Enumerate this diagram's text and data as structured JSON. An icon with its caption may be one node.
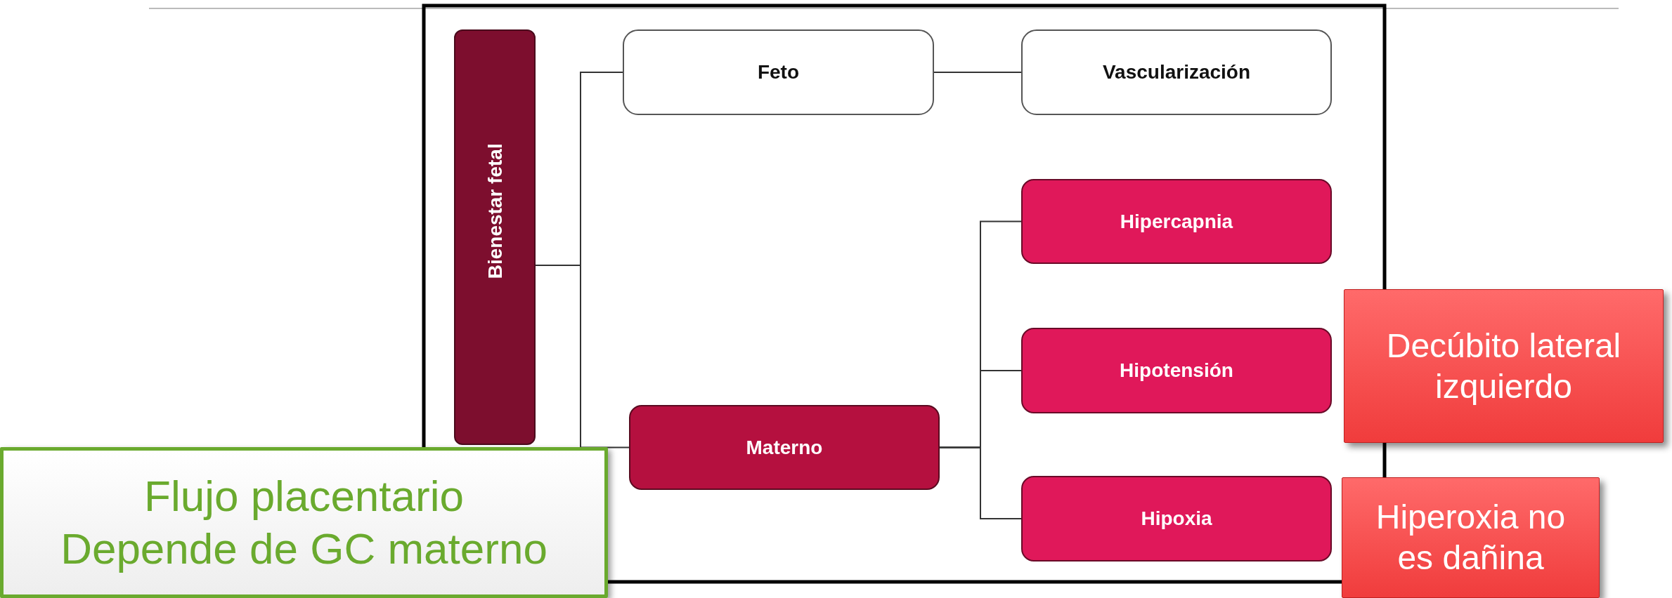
{
  "diagram": {
    "nodes": [
      {
        "text": [
          "Bienestar fetal"
        ]
      },
      {
        "text": [
          "Feto"
        ]
      },
      {
        "text": [
          "Vascularización"
        ]
      },
      {
        "text": [
          "Materno"
        ]
      },
      {
        "text": [
          "Hipercapnia"
        ]
      },
      {
        "text": [
          "Hipotensión"
        ]
      },
      {
        "text": [
          "Hipoxia"
        ]
      },
      {
        "text": [
          "Decúbito lateral izquierdo"
        ]
      },
      {
        "text": [
          "Hiperoxia no es dañina"
        ]
      },
      {
        "text": [
          "Flujo placentario",
          "Depende de GC materno"
        ]
      }
    ],
    "edges": [
      {
        "from": 0,
        "to": 1,
        "arrow": "none"
      },
      {
        "from": 0,
        "to": 3,
        "arrow": "none"
      },
      {
        "from": 1,
        "to": 2,
        "arrow": "none"
      },
      {
        "from": 3,
        "to": 4,
        "arrow": "none"
      },
      {
        "from": 3,
        "to": 5,
        "arrow": "none"
      },
      {
        "from": 3,
        "to": 6,
        "arrow": "none"
      }
    ]
  }
}
